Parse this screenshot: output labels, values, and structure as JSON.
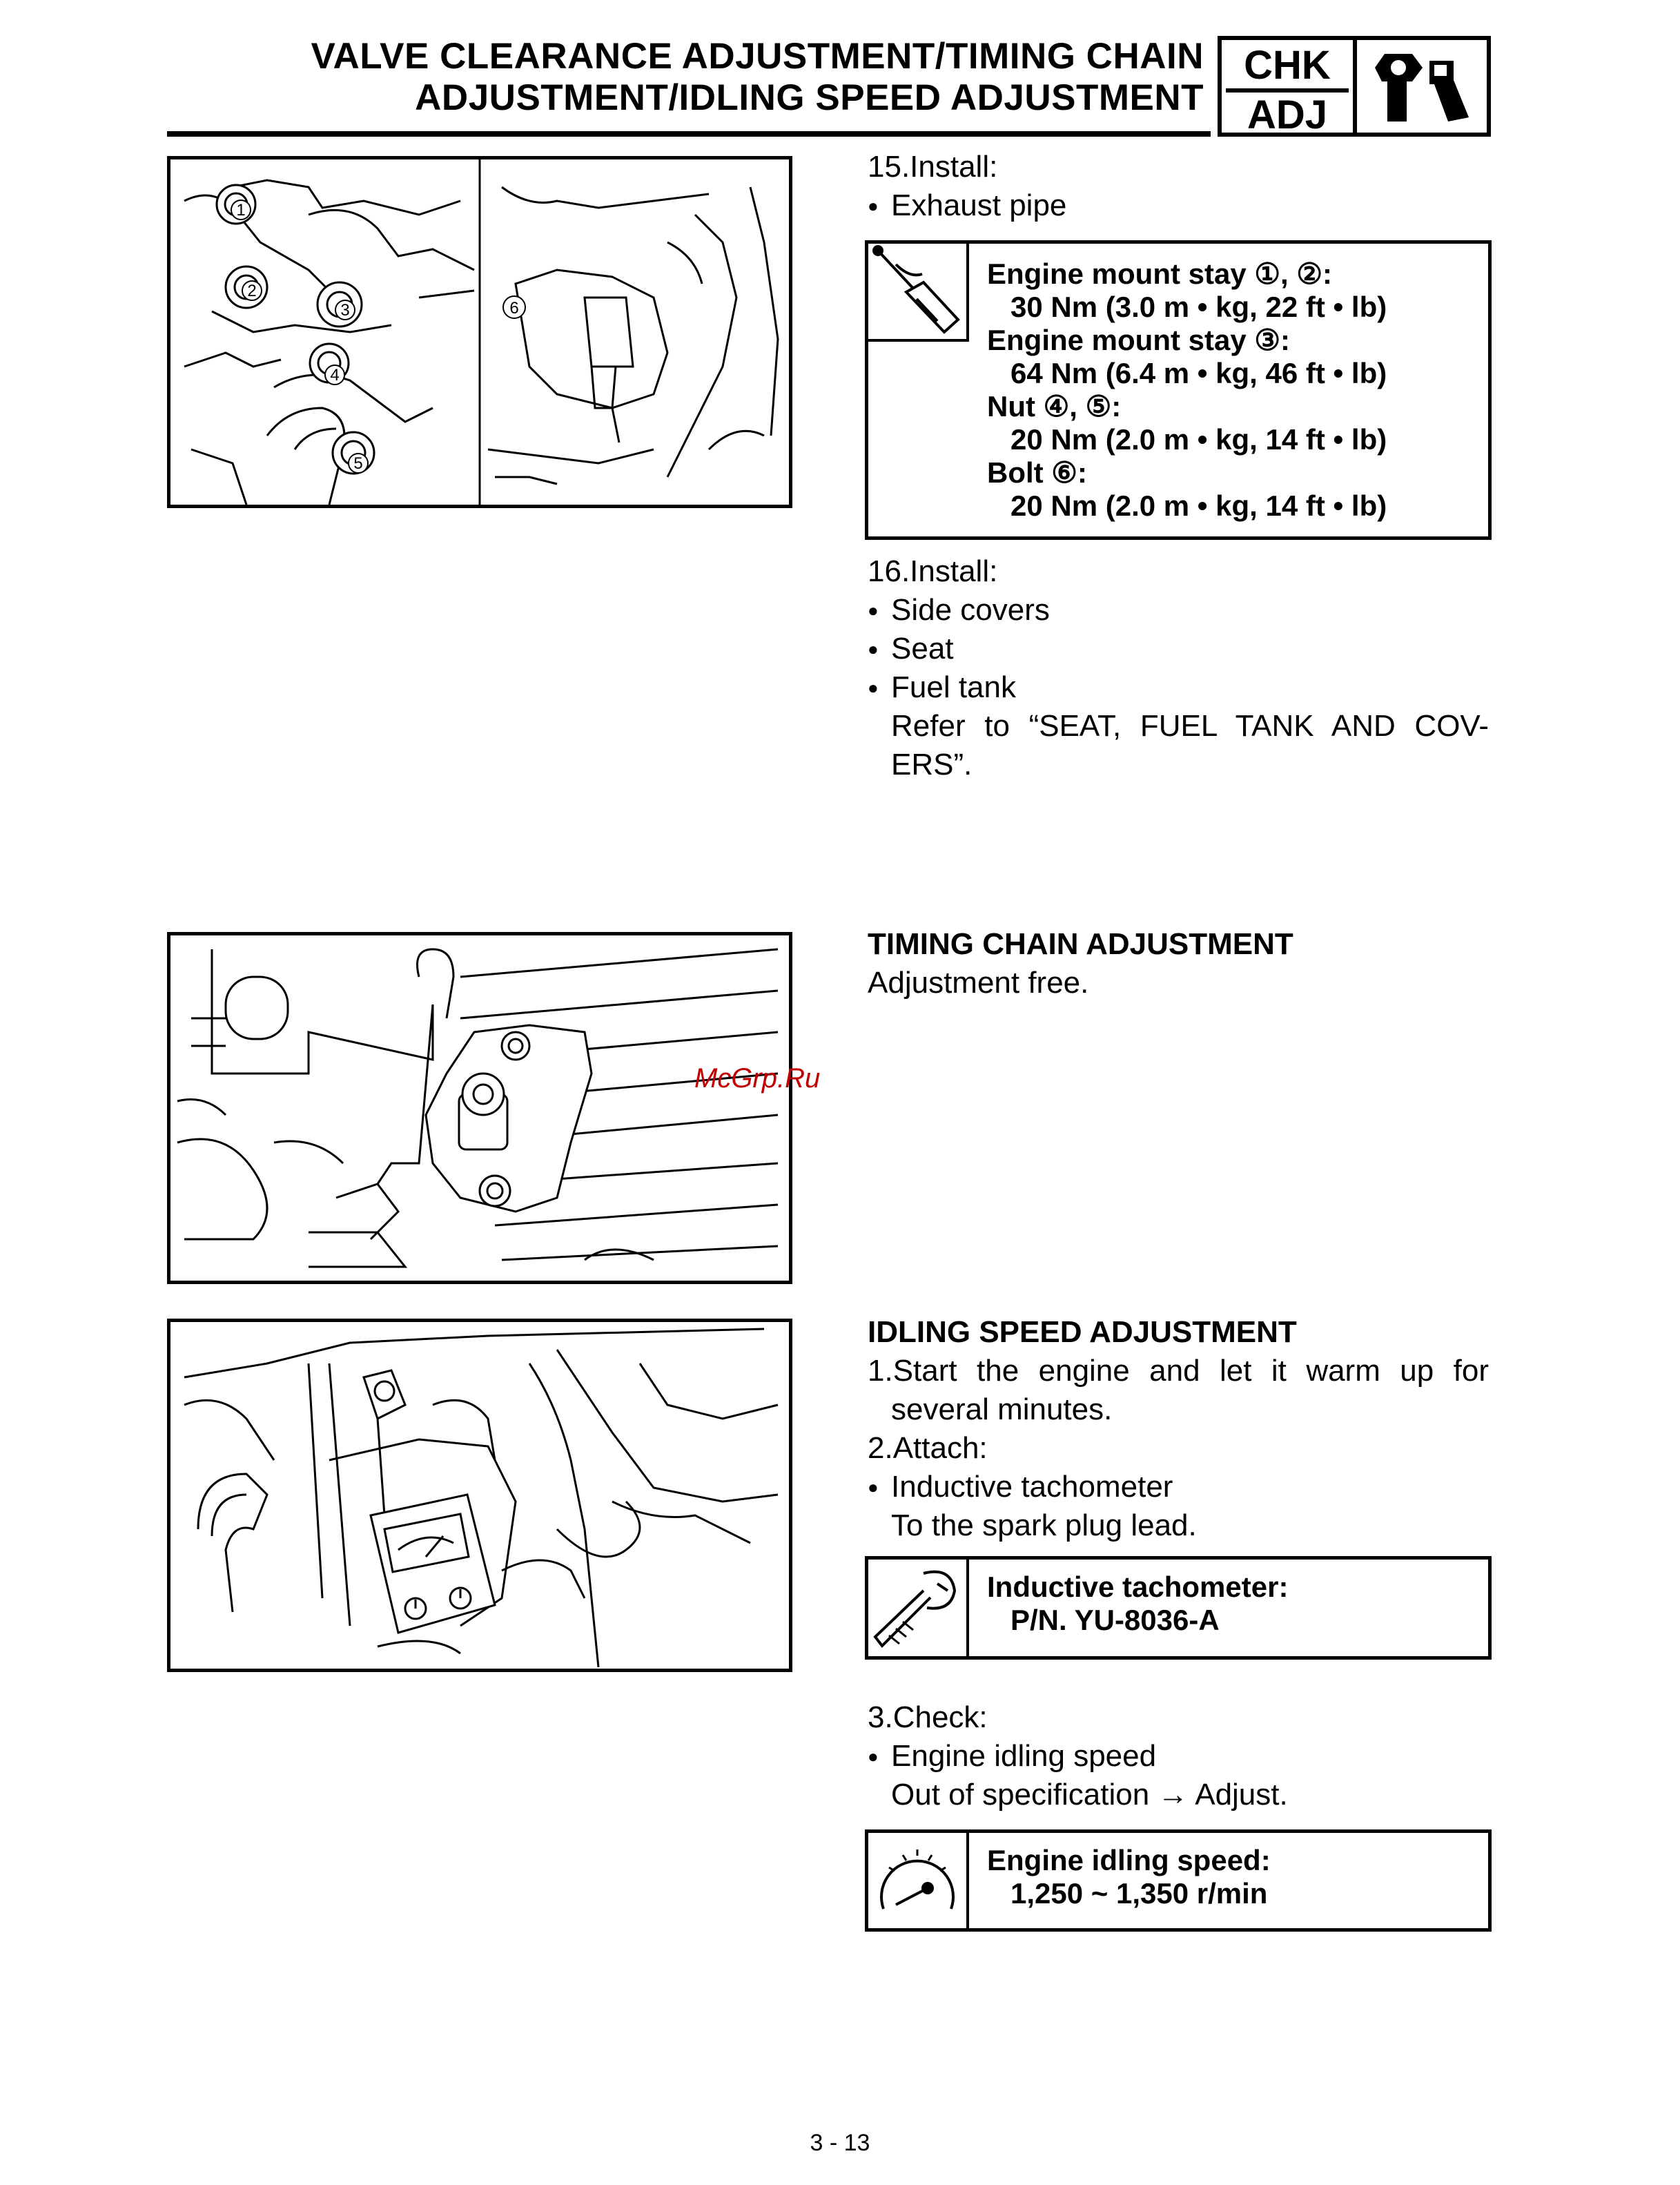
{
  "header": {
    "title_line1": "VALVE CLEARANCE ADJUSTMENT/TIMING CHAIN",
    "title_line2": "ADJUSTMENT/IDLING SPEED ADJUSTMENT",
    "badge_top": "CHK",
    "badge_bottom": "ADJ",
    "badge_icon": "wrench-tools-icon"
  },
  "step15": {
    "heading": "15.Install:",
    "item": "Exhaust pipe"
  },
  "torque_spec": {
    "icon": "torque-wrench-icon",
    "l1": "Engine mount stay ①, ②:",
    "l2": "30 Nm (3.0 m • kg, 22 ft • lb)",
    "l3": "Engine mount stay ③:",
    "l4": "64 Nm (6.4 m • kg, 46 ft • lb)",
    "l5": "Nut ④, ⑤:",
    "l6": "20 Nm (2.0 m • kg, 14 ft • lb)",
    "l7": "Bolt ⑥:",
    "l8": "20 Nm (2.0 m • kg, 14 ft • lb)"
  },
  "step16": {
    "heading": "16.Install:",
    "item1": "Side covers",
    "item2": "Seat",
    "item3": "Fuel tank",
    "ref1": "Refer to “SEAT, FUEL TANK AND COV-",
    "ref2": "ERS”."
  },
  "figure1": {
    "callout1": "1",
    "callout2": "2",
    "callout3": "3",
    "callout4": "4",
    "callout5": "5",
    "callout6": "6"
  },
  "timing": {
    "heading": "TIMING CHAIN ADJUSTMENT",
    "text": "Adjustment free."
  },
  "watermark": "McGrp.Ru",
  "idling": {
    "heading": "IDLING SPEED ADJUSTMENT",
    "s1a": "1.Start the engine and let it warm up for",
    "s1b": "several minutes.",
    "s2": "2.Attach:",
    "s2_item": "Inductive tachometer",
    "s2_sub": "To the spark plug lead.",
    "tool_icon": "special-tool-icon",
    "tool_l1": "Inductive tachometer:",
    "tool_l2": "P/N. YU-8036-A",
    "s3": "3.Check:",
    "s3_item": "Engine idling speed",
    "s3_sub": "Out of specification → Adjust.",
    "spec_icon": "gauge-icon",
    "spec_l1": "Engine idling speed:",
    "spec_l2": "1,250 ~ 1,350 r/min"
  },
  "footer": {
    "page": "3 - 13"
  }
}
